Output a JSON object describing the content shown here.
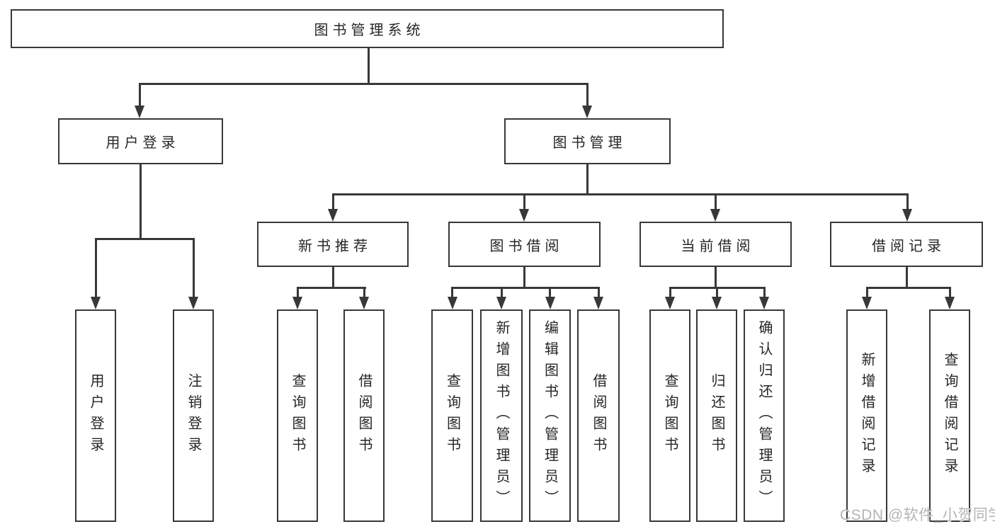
{
  "diagram_title": "图书管理系统",
  "colors": {
    "line": "#383838",
    "box_border": "#383838",
    "box_background": "#ffffff",
    "text": "#262626",
    "watermark": "#b4b4b4"
  },
  "nodes": {
    "root": "图书管理系统",
    "user_login": "用户登录",
    "book_mgmt": "图书管理",
    "new_books": "新书推荐",
    "book_borrow": "图书借阅",
    "current_borrow": "当前借阅",
    "borrow_records": "借阅记录",
    "leaf_user_login": "用户登录",
    "leaf_logout": "注销登录",
    "leaf_nb_query": "查询图书",
    "leaf_nb_borrow": "借阅图书",
    "leaf_bb_query": "查询图书",
    "leaf_bb_add": "新增图书（管理员）",
    "leaf_bb_edit": "编辑图书（管理员）",
    "leaf_bb_borrow": "借阅图书",
    "leaf_cb_query": "查询图书",
    "leaf_cb_return": "归还图书",
    "leaf_cb_confirm": "确认归还（管理员）",
    "leaf_br_add": "新增借阅记录",
    "leaf_br_query": "查询借阅记录"
  },
  "watermark": "CSDN @软件_小贺同学"
}
